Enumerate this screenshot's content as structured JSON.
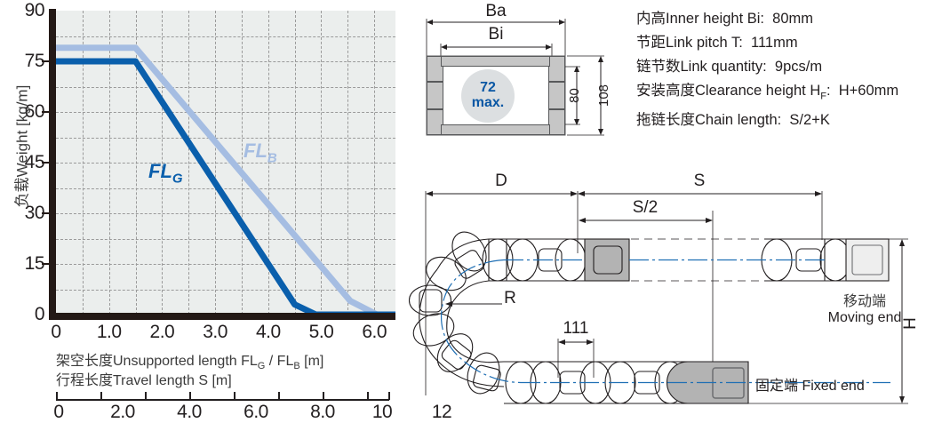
{
  "chart_data": {
    "type": "line",
    "title": "",
    "xlabel_cn": "架空长度",
    "xlabel_en": "Unsupported length FL",
    "ylabel_cn": "负载",
    "ylabel_en": "Weight  [kg/m]",
    "xlim": [
      0,
      6.4
    ],
    "ylim": [
      0,
      90
    ],
    "yticks": [
      0,
      15,
      30,
      45,
      60,
      75,
      90
    ],
    "ytick_labels": [
      "0",
      "15",
      "30",
      "45",
      "60",
      "75",
      "90"
    ],
    "xticks": [
      0,
      1.0,
      2.0,
      3.0,
      4.0,
      5.0,
      6.0
    ],
    "xtick_labels": [
      "0",
      "1.0",
      "2.0",
      "3.0",
      "4.0",
      "5.0",
      "6.0"
    ],
    "secondary_xticks": [
      0,
      2.0,
      4.0,
      6.0,
      8.0,
      10,
      12
    ],
    "secondary_xtick_labels": [
      "0",
      "2.0",
      "4.0",
      "6.0",
      "8.0",
      "10",
      "12"
    ],
    "grid": true,
    "legend": "inline-annotations",
    "series": [
      {
        "name": "FL_G",
        "label": "FL",
        "label_sub": "G",
        "color": "#0a5fac",
        "points": [
          [
            0,
            75
          ],
          [
            1.5,
            75
          ],
          [
            4.5,
            3
          ],
          [
            4.9,
            0
          ],
          [
            6.4,
            0
          ]
        ]
      },
      {
        "name": "FL_B",
        "label": "FL",
        "label_sub": "B",
        "color": "#a5bde2",
        "points": [
          [
            0,
            79
          ],
          [
            1.5,
            79
          ],
          [
            5.55,
            4
          ],
          [
            6.05,
            0
          ],
          [
            6.4,
            0
          ]
        ]
      }
    ],
    "axis_captions": [
      "架空长度Unsupported length FLG / FLB [m]",
      "行程长度Travel length S [m]"
    ]
  },
  "cross_section": {
    "title_outer": "Ba",
    "title_inner": "Bi",
    "height_inner": "80",
    "height_outer": "108",
    "badge_line1": "72",
    "badge_line2": "max.",
    "badge_color": "#0a57a4",
    "badge_bg": "#dcdfe1",
    "bar_color": "#c6c6c6"
  },
  "specs": [
    {
      "cn": "内高",
      "en": "Inner height Bi:",
      "value": "80mm"
    },
    {
      "cn": "节距",
      "en": "Link pitch T:",
      "value": "111mm"
    },
    {
      "cn": "链节数",
      "en": "Link quantity:",
      "value": "9pcs/m"
    },
    {
      "cn": "安装高度",
      "en": "Clearance height H",
      "sub": "F",
      "en_tail": ":",
      "value": "H+60mm"
    },
    {
      "cn": "拖链长度",
      "en": "Chain length:",
      "value": "S/2+K"
    }
  ],
  "chain": {
    "dim_d": "D",
    "dim_s": "S",
    "dim_s_half": "S/2",
    "dim_pitch": "111",
    "radius_label": "R",
    "height_label": "H",
    "moving_end_cn": "移动端",
    "moving_end_en": "Moving end",
    "fixed_end": "固定端 Fixed end",
    "centerline_color": "#1f6fb4",
    "link_fill_dark": "#b3b3b3",
    "link_fill_light": "#e8e8e8"
  }
}
